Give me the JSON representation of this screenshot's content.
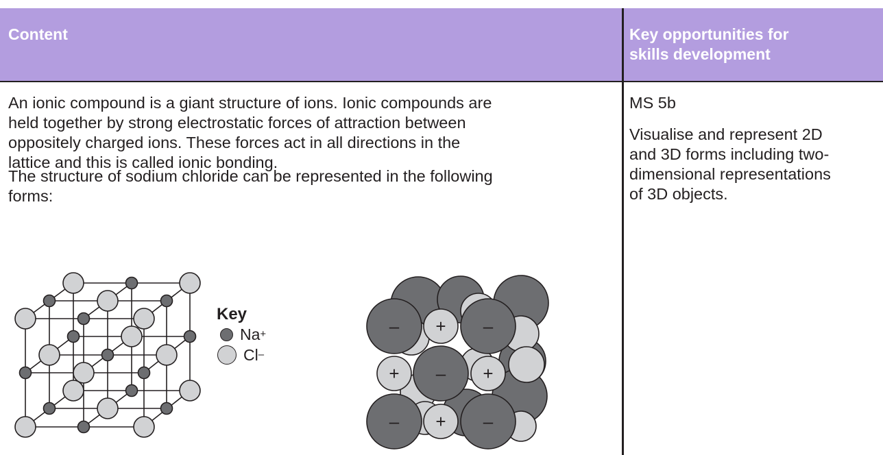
{
  "header": {
    "content": "Content",
    "skills_line1": "Key opportunities for",
    "skills_line2": "skills development"
  },
  "content": {
    "para1": [
      "An ionic compound is a giant structure of ions. Ionic compounds are",
      "held together by strong electrostatic forces of attraction between",
      "oppositely charged ions. These forces act in all directions in the",
      "lattice and this is called ionic bonding."
    ],
    "para2": [
      "The structure of sodium chloride can be represented in the following",
      "forms:"
    ]
  },
  "skills": {
    "code": "MS 5b",
    "text": [
      "Visualise and represent 2D",
      "and 3D forms including two-",
      "dimensional representations",
      "of 3D objects."
    ]
  },
  "key": {
    "title": "Key",
    "na_label": "Na",
    "na_charge": "+",
    "cl_label": "Cl",
    "cl_charge": "–"
  },
  "spacefill": {
    "minus": "–",
    "plus": "+"
  },
  "colors": {
    "header_bg": "#b39ddf",
    "na_fill": "#6d6e71",
    "cl_fill": "#d1d2d4",
    "large_ion_fill": "#6d6e71",
    "small_ion_fill": "#d1d2d4"
  }
}
